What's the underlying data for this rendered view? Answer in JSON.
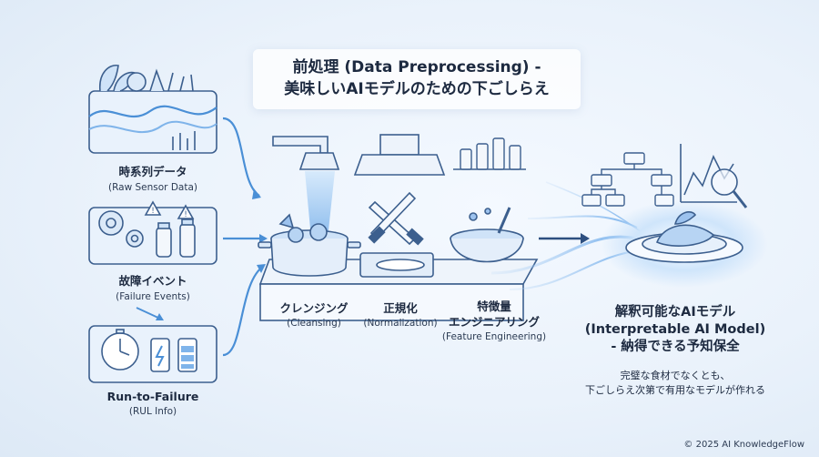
{
  "title": {
    "line1": "前処理 (Data Preprocessing) -",
    "line2": "美味しいAIモデルのための下ごしらえ"
  },
  "sources": [
    {
      "jp": "時系列データ",
      "en": "(Raw Sensor Data)"
    },
    {
      "jp": "故障イベント",
      "en": "(Failure Events)"
    },
    {
      "jp": "Run-to-Failure",
      "en": "(RUL Info)"
    }
  ],
  "steps": [
    {
      "jp": "クレンジング",
      "en": "(Cleansing)"
    },
    {
      "jp": "正規化",
      "en": "(Normalization)"
    },
    {
      "jp1": "特徴量",
      "jp2": "エンジニアリング",
      "en": "(Feature Engineering)"
    }
  ],
  "output": {
    "line1": "解釈可能なAIモデル",
    "line2": "(Interpretable AI Model)",
    "line3": "- 納得できる予知保全",
    "sub1": "完璧な食材でなくとも、",
    "sub2": "下ごしらえ次第で有用なモデルが作れる"
  },
  "footer": "© 2025 AI KnowledgeFlow",
  "colors": {
    "accent": "#4a8fd6",
    "line": "#3c5f8e",
    "glow": "#9cc8f5"
  }
}
